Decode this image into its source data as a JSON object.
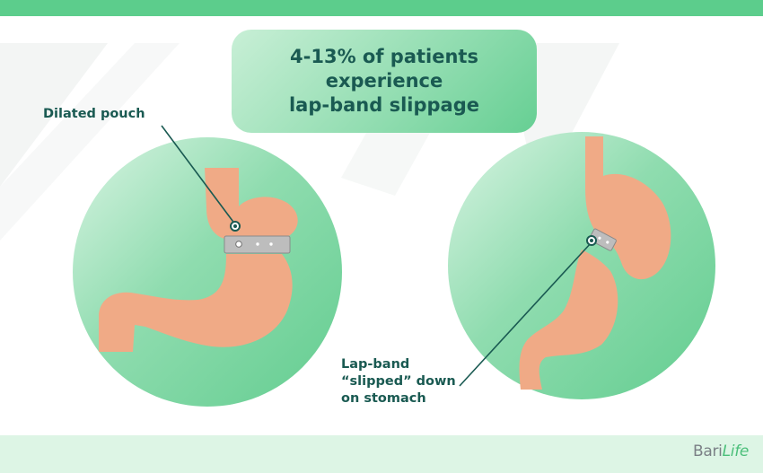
{
  "title": {
    "line1": "4-13% of patients",
    "line2": "experience",
    "line3": "lap-band slippage"
  },
  "callouts": {
    "left": "Dilated pouch",
    "right_line1": "Lap-band",
    "right_line2": "“slipped” down",
    "right_line3": "on stomach"
  },
  "brand": {
    "part1": "Bari",
    "part2": "Life"
  },
  "colors": {
    "header_bar": "#5ccd8c",
    "footer_bar": "#ddf5e5",
    "stomach": "#f0aa86",
    "circle_fill": "#7fd8a2",
    "band": "#b9b9b9",
    "text": "#1a5a52",
    "leader_line": "#1a5a52"
  }
}
